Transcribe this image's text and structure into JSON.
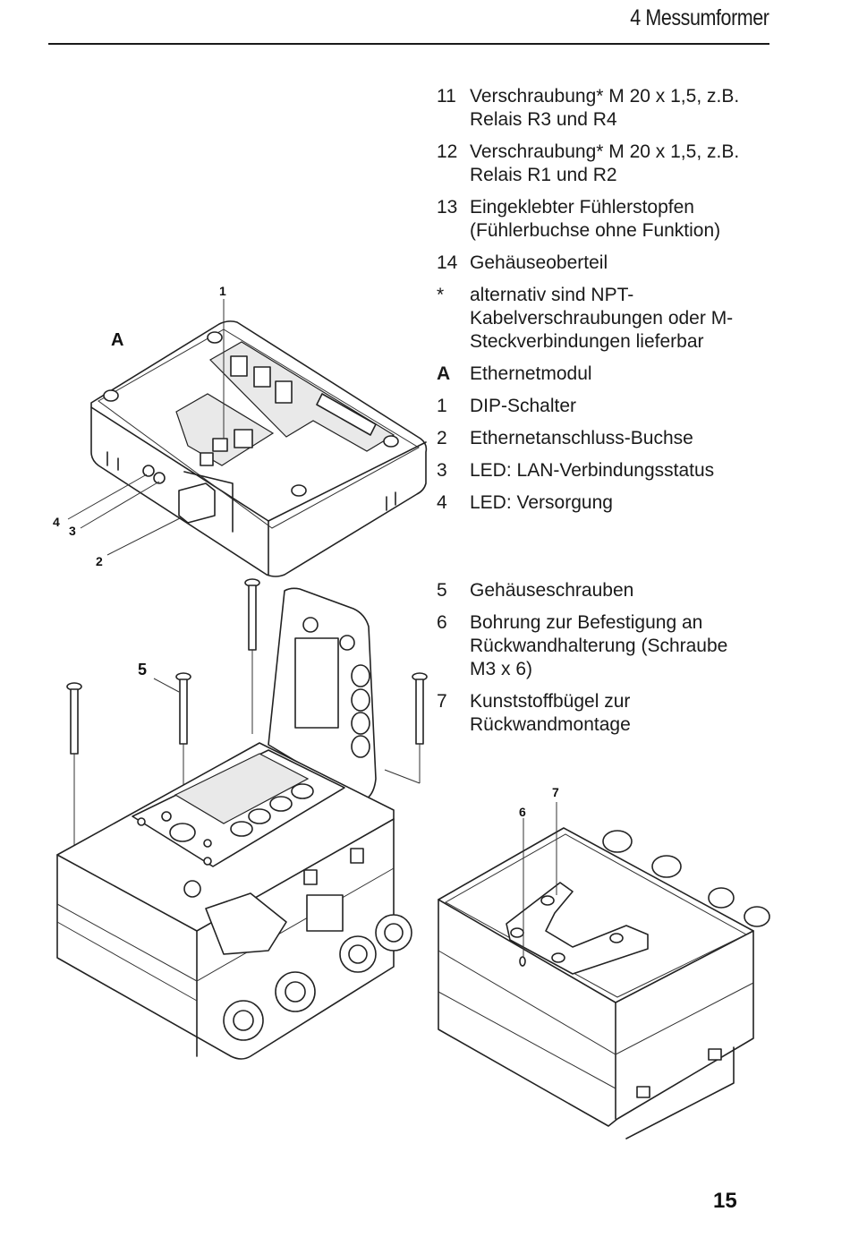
{
  "header": {
    "chapter_title": "4 Messumformer"
  },
  "legend_top": [
    {
      "key": "11",
      "text": "Verschraubung* M 20 x 1,5, z.B.\nRelais R3 und R4"
    },
    {
      "key": "12",
      "text": "Verschraubung* M 20 x 1,5, z.B.\nRelais R1 und R2"
    },
    {
      "key": "13",
      "text": "Eingeklebter Fühlerstopfen\n(Fühlerbuchse ohne Funktion)"
    },
    {
      "key": "14",
      "text": "Gehäuseoberteil"
    },
    {
      "key": "*",
      "text": "alternativ sind NPT-\nKabelverschraubungen oder M-\nSteckverbindungen lieferbar"
    },
    {
      "key": "A",
      "text": "Ethernetmodul"
    },
    {
      "key": "1",
      "text": "DIP-Schalter"
    },
    {
      "key": "2",
      "text": "Ethernetanschluss-Buchse"
    },
    {
      "key": "3",
      "text": "LED: LAN-Verbindungsstatus"
    },
    {
      "key": "4",
      "text": "LED: Versorgung"
    }
  ],
  "legend_bottom": [
    {
      "key": "5",
      "text": "Gehäuseschrauben"
    },
    {
      "key": "6",
      "text": "Bohrung zur Befestigung an\nRückwandhalterung (Schraube\nM3 x 6)"
    },
    {
      "key": "7",
      "text": "Kunststoffbügel zur\nRückwandmontage"
    }
  ],
  "figures": {
    "ethernet_module": {
      "label": "A",
      "callouts": [
        "1",
        "2",
        "3",
        "4"
      ]
    },
    "transmitter_open": {
      "callouts": [
        "5"
      ]
    },
    "housing_bottom": {
      "callouts": [
        "6",
        "7"
      ]
    }
  },
  "page_number": "15"
}
